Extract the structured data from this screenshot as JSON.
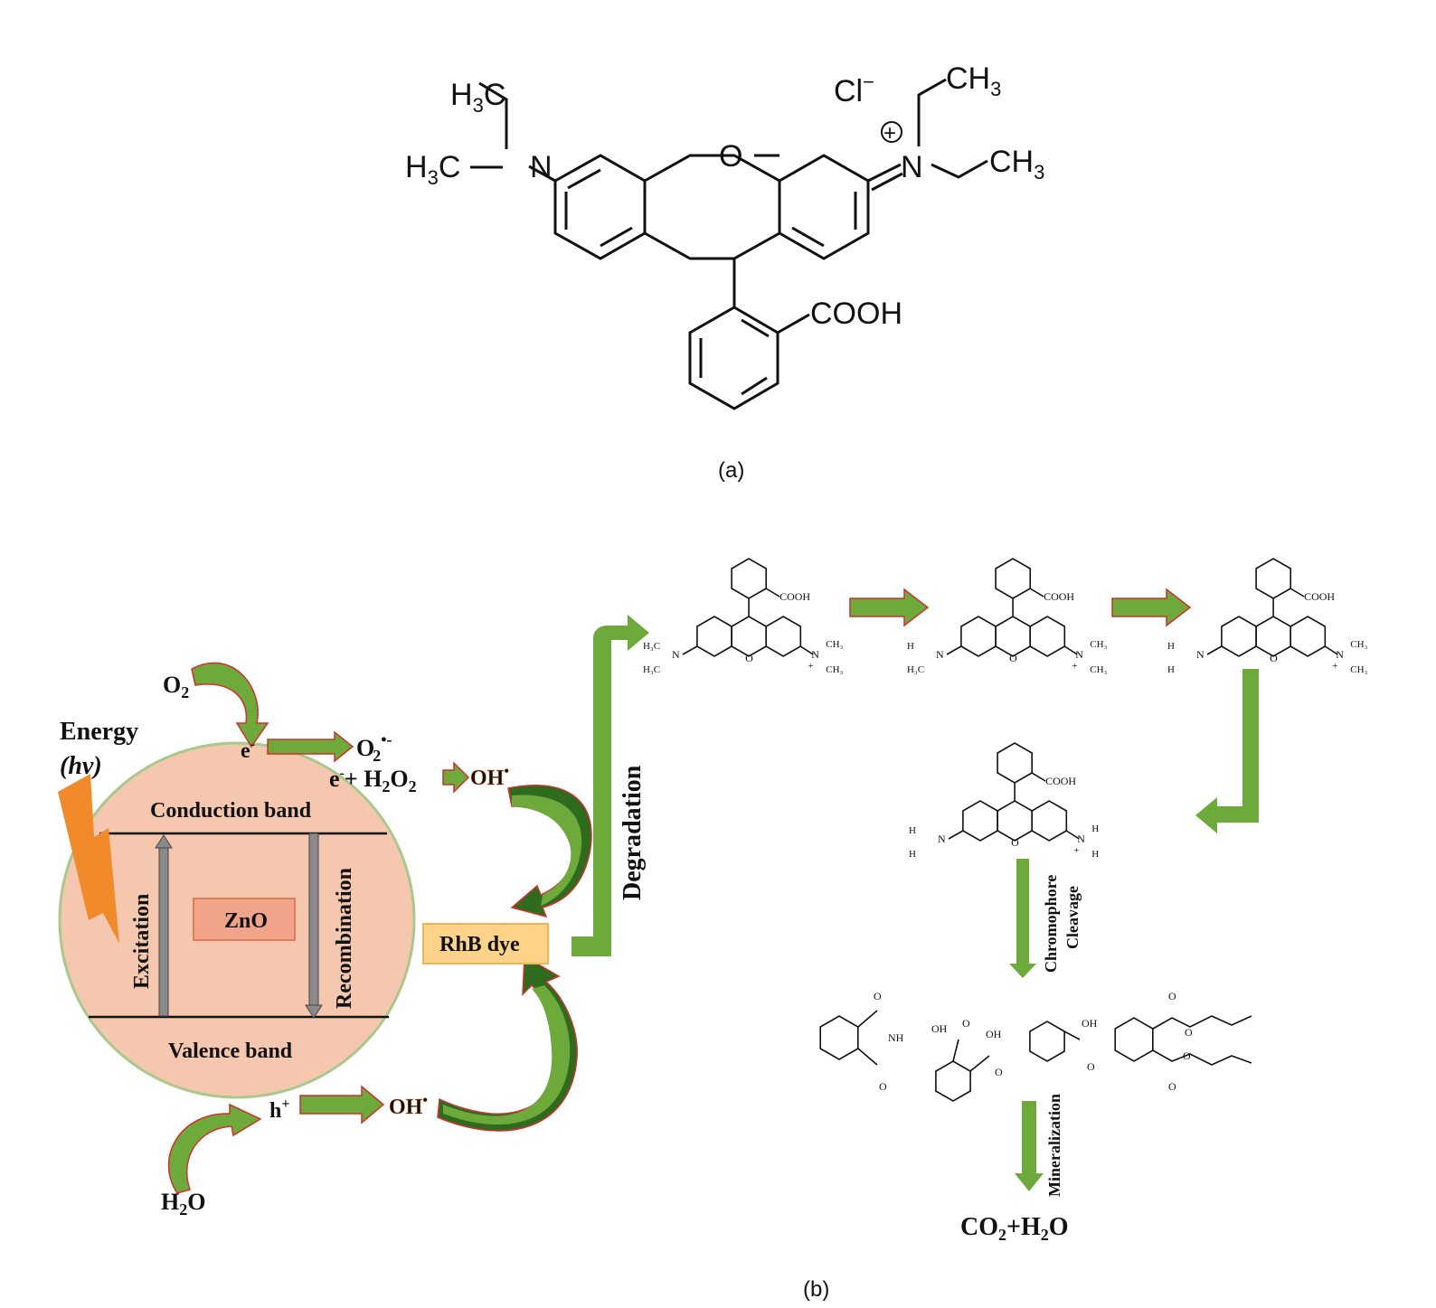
{
  "colors": {
    "arrow_green": "#6ea93c",
    "arrow_dark_green": "#2f6b1e",
    "arrow_outline_red": "#d0312d",
    "circle_fill": "#f4c7ae",
    "circle_stroke": "#a9c98c",
    "zno_box_fill": "#f1a489",
    "zno_box_stroke": "#e57b5a",
    "rhb_box_fill": "#fdd38a",
    "rhb_box_stroke": "#f1b454",
    "radical_orange": "#f07b3a",
    "lightning_orange": "#f08a2a",
    "band_arrow_grey": "#8a8a8a"
  },
  "panel_a": {
    "caption": "(a)",
    "labels": {
      "h3c_top": "H",
      "h3c_left": "H",
      "ch3_top": "CH",
      "ch3_right": "CH",
      "sub3": "3",
      "c": "C",
      "n": "N",
      "o": "O",
      "chloride": "Cl",
      "chloride_charge": "−",
      "plus": "+",
      "cooh": "COOH"
    }
  },
  "panel_b": {
    "caption": "(b)",
    "energy": "Energy",
    "hv": "(hv)",
    "o2": "O",
    "o2_sub": "2",
    "e_top": "e",
    "minus": "-",
    "superoxide": "O",
    "superoxide_sup": "•-",
    "e_h2o2": "e",
    "plus_h2o2": "+ H",
    "h2o2_sub1": "2",
    "h2o2_o": "O",
    "h2o2_sub2": "2",
    "oh_top": "OH",
    "oh_dot": "•",
    "conduction_band": "Conduction band",
    "valence_band": "Valence band",
    "excitation": "Excitation",
    "recombination": "Recombination",
    "zno": "ZnO",
    "rhb_dye": "RhB dye",
    "degradation": "Degradation",
    "h_plus": "h",
    "h_plus_sup": "+",
    "oh_bottom": "OH",
    "h2o_h": "H",
    "h2o_sub": "2",
    "h2o_o": "O",
    "chromophore": "Chromophore",
    "cleavage": "Cleavage",
    "mineralization": "Mineralization",
    "co2_h2o": "CO",
    "co2_sub": "2",
    "co2_plus": "+H",
    "final_sub": "2",
    "final_o": "O",
    "intermediate_labels": {
      "cooh": "COOH",
      "n": "N",
      "o": "O",
      "h3c": "H₃C",
      "ch3": "CH₃",
      "h": "H",
      "plus": "+"
    },
    "product_labels": {
      "o": "O",
      "nh": "NH",
      "oh": "OH"
    }
  }
}
